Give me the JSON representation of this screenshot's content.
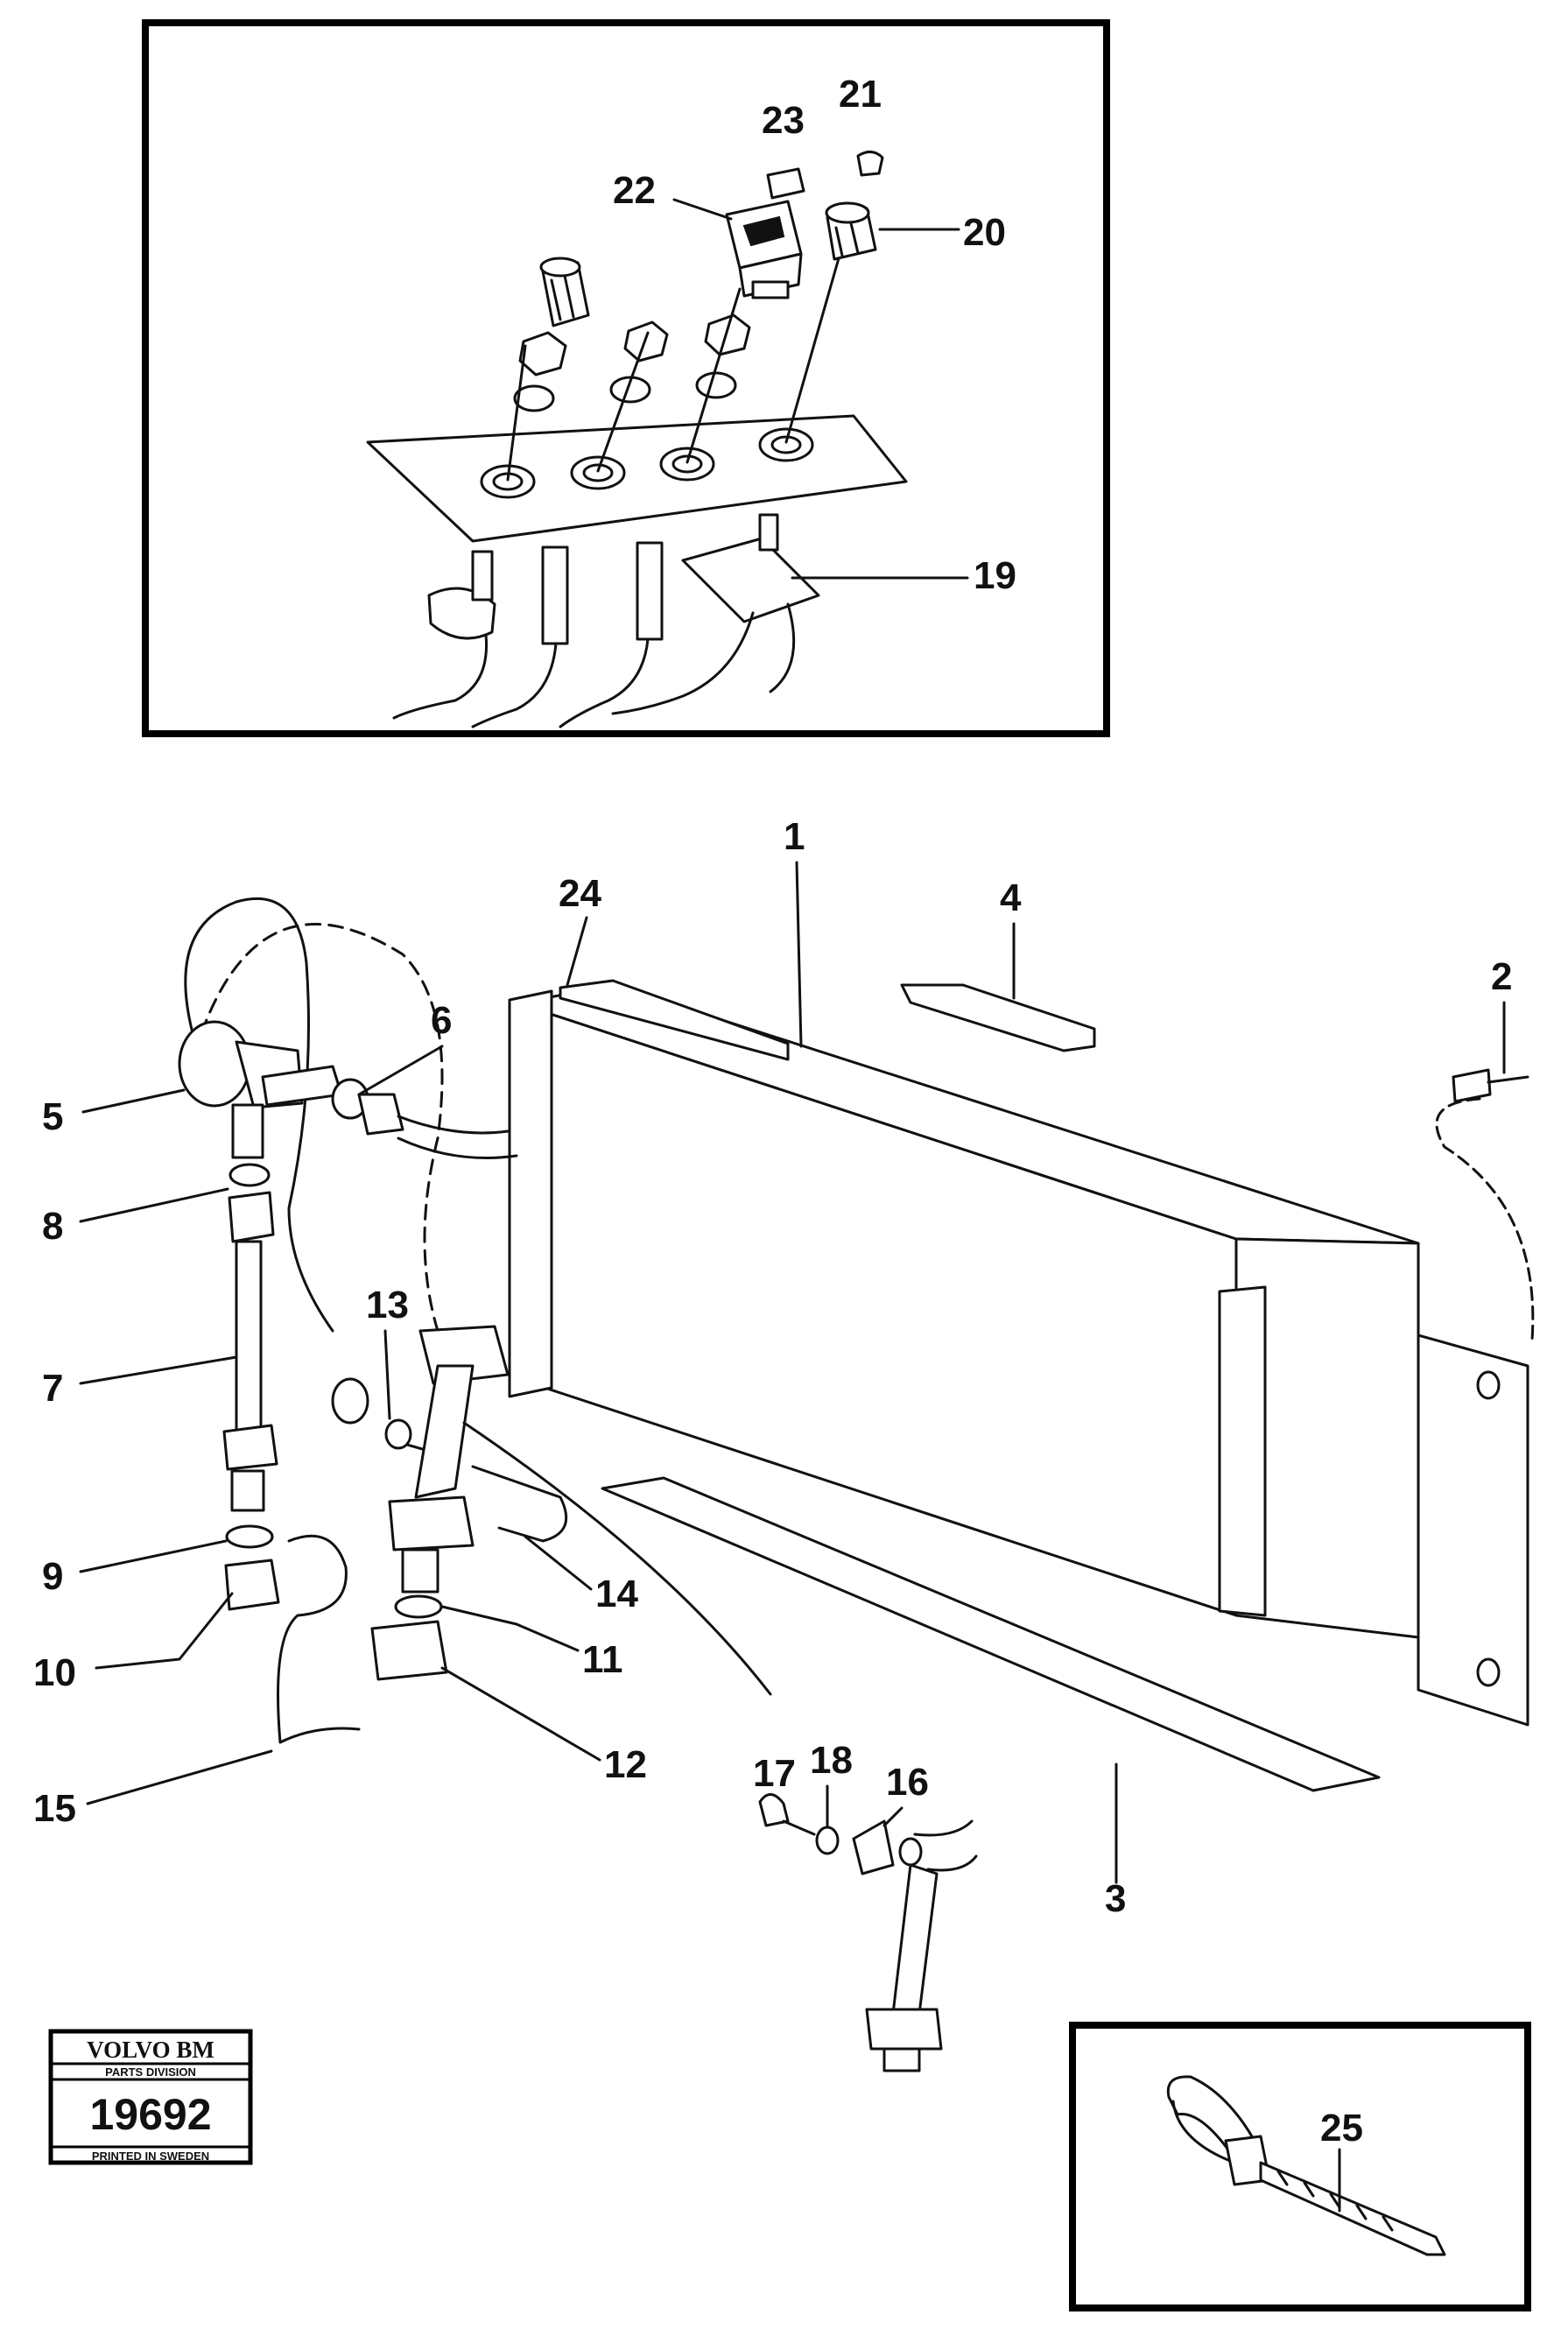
{
  "callouts": {
    "c1": "1",
    "c2": "2",
    "c3": "3",
    "c4": "4",
    "c5": "5",
    "c6": "6",
    "c7": "7",
    "c8": "8",
    "c9": "9",
    "c10": "10",
    "c11": "11",
    "c12": "12",
    "c13": "13",
    "c14": "14",
    "c15": "15",
    "c16": "16",
    "c17": "17",
    "c18": "18",
    "c19": "19",
    "c20": "20",
    "c21": "21",
    "c22": "22",
    "c23": "23",
    "c24": "24",
    "c25": "25"
  },
  "stamp": {
    "brand": "VOLVO BM",
    "division": "PARTS DIVISION",
    "number": "19692",
    "footer": "PRINTED IN SWEDEN"
  }
}
